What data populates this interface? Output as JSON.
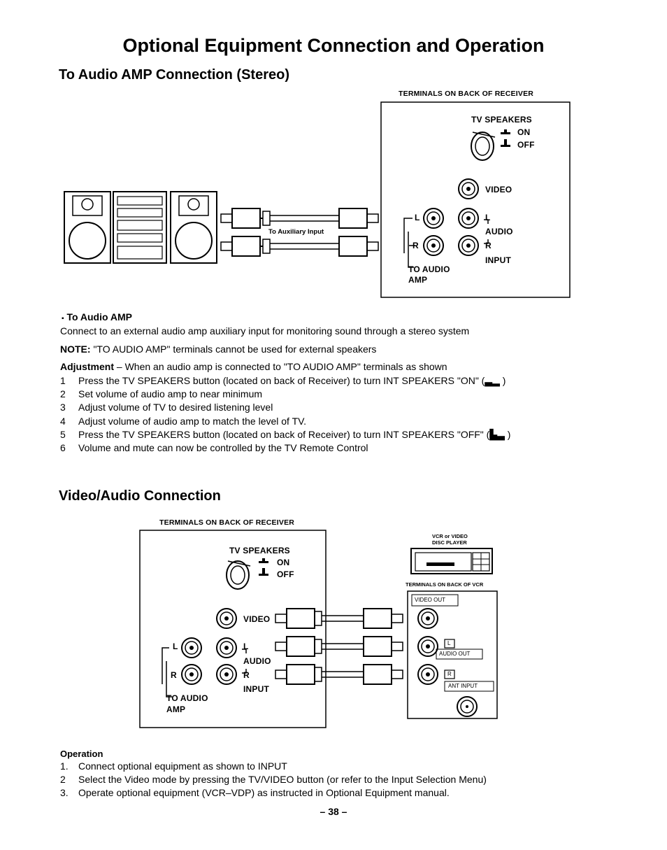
{
  "page": {
    "title": "Optional Equipment Connection and Operation",
    "page_number": "– 38 –"
  },
  "audio_amp": {
    "heading": "To Audio AMP Connection (Stereo)",
    "diagram": {
      "terminals_label": "TERMINALS ON BACK OF RECEIVER",
      "tv_speakers": "TV SPEAKERS",
      "on": "ON",
      "off": "OFF",
      "video": "VIDEO",
      "l": "L",
      "r": "R",
      "audio": "AUDIO",
      "input": "INPUT",
      "to_audio": "TO AUDIO",
      "amp": "AMP",
      "aux_label": "To Auxiliary Input"
    },
    "bullet_title": "To Audio AMP",
    "description": "Connect to an external audio amp auxiliary input for monitoring sound through a stereo system",
    "note_label": "NOTE:",
    "note_text": " \"TO AUDIO AMP\" terminals cannot be used for external speakers",
    "adjustment_label": "Adjustment",
    "adjustment_text": " – When an audio amp is connected to \"TO AUDIO AMP\" terminals as shown",
    "steps": [
      {
        "num": "1",
        "text": "Press the TV SPEAKERS button (located on back of Receiver) to turn INT SPEAKERS \"ON\" (▃▂ )"
      },
      {
        "num": "2",
        "text": "Set volume of audio amp to near minimum"
      },
      {
        "num": "3",
        "text": "Adjust volume of TV to desired listening level"
      },
      {
        "num": "4",
        "text": "Adjust volume of audio amp to match the level of TV."
      },
      {
        "num": "5",
        "text": "Press the TV SPEAKERS button (located on back of Receiver) to turn INT SPEAKERS \"OFF\" (▙▃ )"
      },
      {
        "num": "6",
        "text": "Volume and mute can now be controlled by the TV Remote Control"
      }
    ]
  },
  "video_audio": {
    "heading": "Video/Audio Connection",
    "diagram": {
      "terminals_label": "TERMINALS ON BACK OF RECEIVER",
      "tv_speakers": "TV SPEAKERS",
      "on": "ON",
      "off": "OFF",
      "video": "VIDEO",
      "l": "L",
      "r": "R",
      "audio": "AUDIO",
      "input": "INPUT",
      "to_audio": "TO AUDIO",
      "amp": "AMP",
      "vcr_label_1": "VCR or VIDEO",
      "vcr_label_2": "DISC PLAYER",
      "vcr_terminals": "TERMINALS ON BACK OF VCR",
      "video_out": "VIDEO OUT",
      "audio_out": "AUDIO OUT",
      "ant_input": "ANT INPUT",
      "l_box": "L",
      "r_box": "R"
    },
    "operation_title": "Operation",
    "steps": [
      {
        "num": "1.",
        "text": "Connect optional equipment as shown to INPUT"
      },
      {
        "num": "2",
        "text": "Select the Video mode by pressing the TV/VIDEO button (or refer to the Input Selection Menu)"
      },
      {
        "num": "3.",
        "text": "Operate optional equipment (VCR–VDP) as instructed in Optional Equipment manual."
      }
    ]
  }
}
